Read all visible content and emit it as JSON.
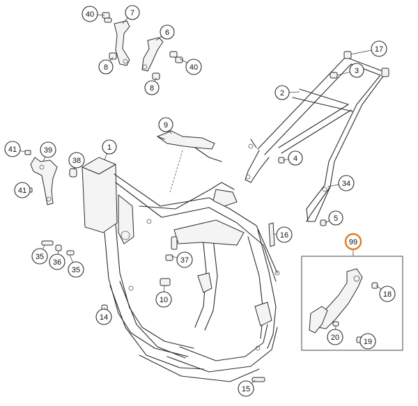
{
  "diagram": {
    "callouts": [
      {
        "id": "c40a",
        "label": "40"
      },
      {
        "id": "c7",
        "label": "7"
      },
      {
        "id": "c8a",
        "label": "8"
      },
      {
        "id": "c6",
        "label": "6"
      },
      {
        "id": "c40b",
        "label": "40"
      },
      {
        "id": "c8b",
        "label": "8"
      },
      {
        "id": "c17",
        "label": "17"
      },
      {
        "id": "c3",
        "label": "3"
      },
      {
        "id": "c2",
        "label": "2"
      },
      {
        "id": "c4",
        "label": "4"
      },
      {
        "id": "c9",
        "label": "9"
      },
      {
        "id": "c1",
        "label": "1"
      },
      {
        "id": "c41a",
        "label": "41"
      },
      {
        "id": "c39",
        "label": "39"
      },
      {
        "id": "c38",
        "label": "38"
      },
      {
        "id": "c41b",
        "label": "41"
      },
      {
        "id": "c34",
        "label": "34"
      },
      {
        "id": "c5",
        "label": "5"
      },
      {
        "id": "c16",
        "label": "16"
      },
      {
        "id": "c99",
        "label": "99",
        "highlight": true
      },
      {
        "id": "c35a",
        "label": "35"
      },
      {
        "id": "c36",
        "label": "36"
      },
      {
        "id": "c35b",
        "label": "35"
      },
      {
        "id": "c37",
        "label": "37"
      },
      {
        "id": "c10",
        "label": "10"
      },
      {
        "id": "c18",
        "label": "18"
      },
      {
        "id": "c14",
        "label": "14"
      },
      {
        "id": "c20",
        "label": "20"
      },
      {
        "id": "c19",
        "label": "19"
      },
      {
        "id": "c15",
        "label": "15"
      }
    ],
    "colors": {
      "line": "#2b2b2b",
      "highlight": "#e07a22",
      "background": "#ffffff"
    }
  }
}
